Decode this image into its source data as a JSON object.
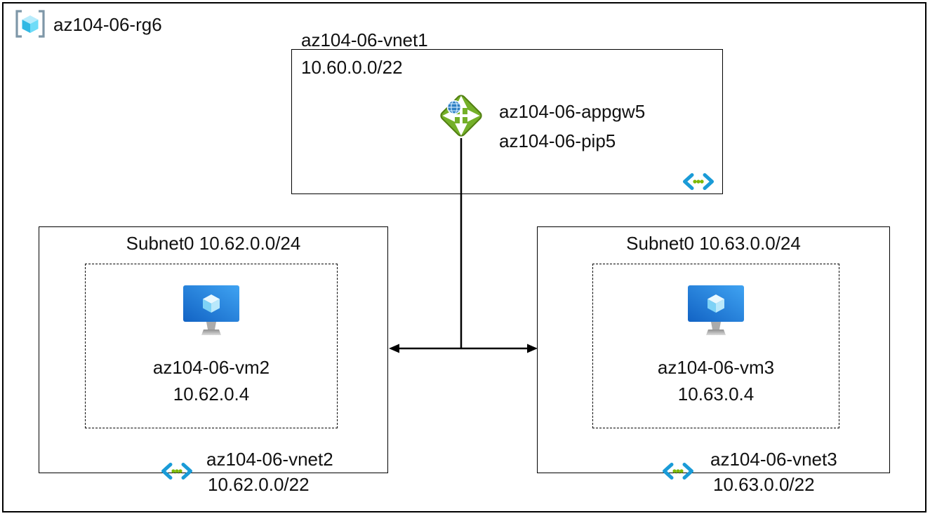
{
  "resource_group": {
    "label": "az104-06-rg6"
  },
  "vnet1": {
    "title": "az104-06-vnet1",
    "cidr": "10.60.0.0/22",
    "appgw_name": "az104-06-appgw5",
    "pip_name": "az104-06-pip5"
  },
  "vnet2": {
    "subnet_label": "Subnet0 10.62.0.0/24",
    "vm_name": "az104-06-vm2",
    "vm_ip": "10.62.0.4",
    "vnet_name": "az104-06-vnet2",
    "cidr": "10.62.0.0/22"
  },
  "vnet3": {
    "subnet_label": "Subnet0 10.63.0.0/24",
    "vm_name": "az104-06-vm3",
    "vm_ip": "10.63.0.4",
    "vnet_name": "az104-06-vnet3",
    "cidr": "10.63.0.0/22"
  },
  "icons": {
    "resource_group": "bracket-cube-icon",
    "application_gateway": "green-diamond-arrows-globe-icon",
    "virtual_network": "blue-chevrons-green-dots-icon",
    "virtual_machine": "blue-monitor-cube-icon"
  },
  "colors": {
    "appgw_green": "#74b029",
    "appgw_green_dark": "#527f12",
    "vnet_blue": "#1a9bd7",
    "dot_green": "#7db908",
    "globe_blue": "#2e7fc2",
    "line": "#000000"
  }
}
